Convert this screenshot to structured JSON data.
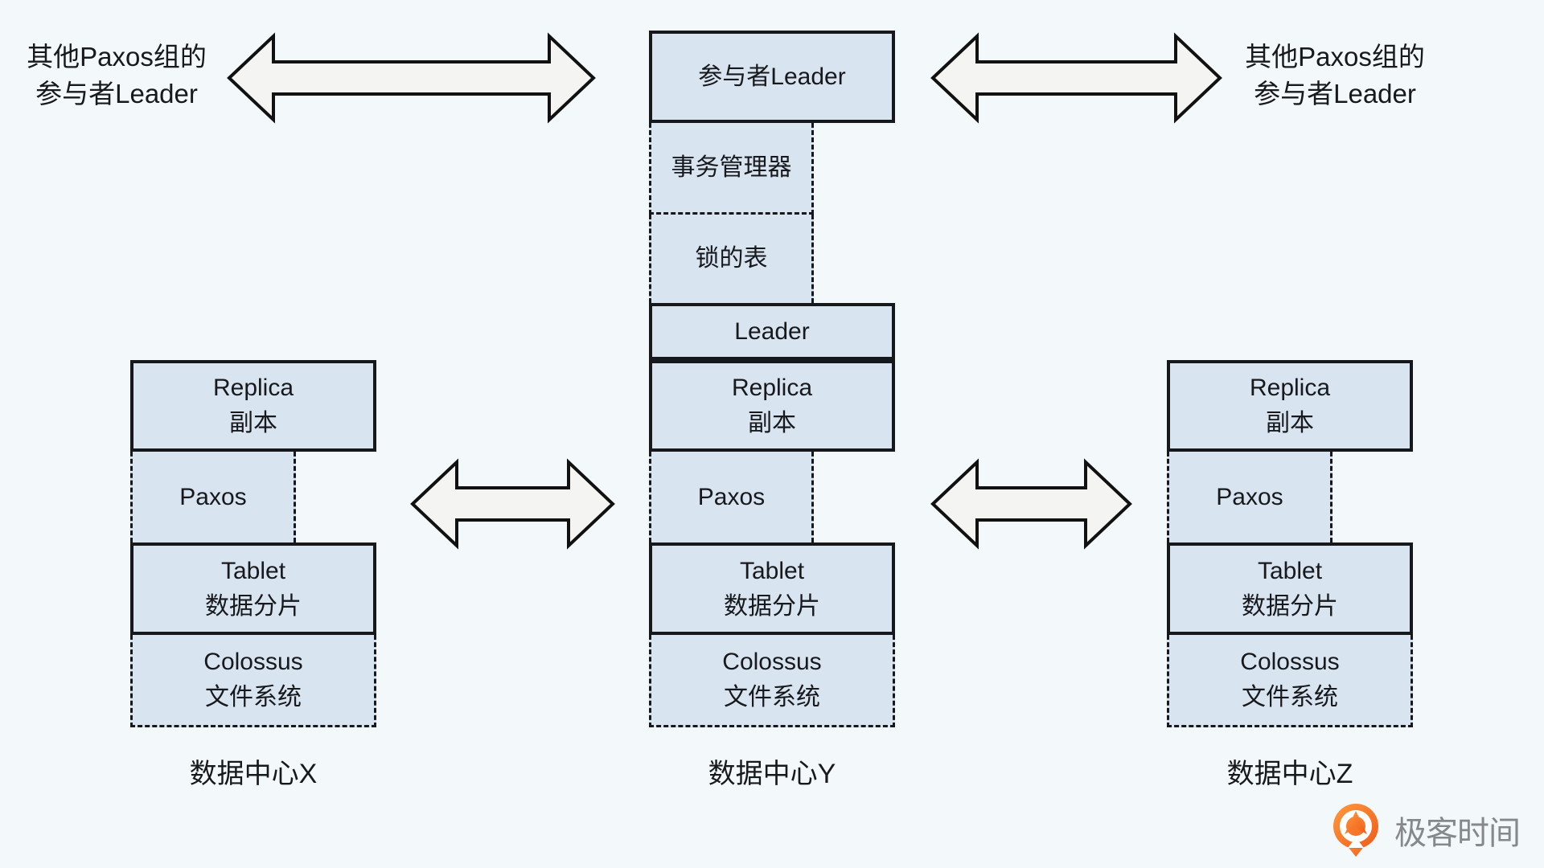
{
  "corner_labels": {
    "top_left": {
      "line1": "其他Paxos组的",
      "line2": "参与者Leader"
    },
    "top_right": {
      "line1": "其他Paxos组的",
      "line2": "参与者Leader"
    }
  },
  "center_column": {
    "participant_leader": "参与者Leader",
    "transaction_manager": "事务管理器",
    "lock_table": "锁的表",
    "leader": "Leader",
    "replica": {
      "en": "Replica",
      "zh": "副本"
    },
    "paxos": "Paxos",
    "tablet": {
      "en": "Tablet",
      "zh": "数据分片"
    },
    "colossus": {
      "en": "Colossus",
      "zh": "文件系统"
    },
    "label": "数据中心Y"
  },
  "left_column": {
    "replica": {
      "en": "Replica",
      "zh": "副本"
    },
    "paxos": "Paxos",
    "tablet": {
      "en": "Tablet",
      "zh": "数据分片"
    },
    "colossus": {
      "en": "Colossus",
      "zh": "文件系统"
    },
    "label": "数据中心X"
  },
  "right_column": {
    "replica": {
      "en": "Replica",
      "zh": "副本"
    },
    "paxos": "Paxos",
    "tablet": {
      "en": "Tablet",
      "zh": "数据分片"
    },
    "colossus": {
      "en": "Colossus",
      "zh": "文件系统"
    },
    "label": "数据中心Z"
  },
  "watermark": {
    "brand": "极客时间"
  },
  "icons": {
    "double_arrow": "double-headed horizontal arrow",
    "geektime_logo": "orange pin with Q-arrow"
  },
  "colors": {
    "background": "#f3f8fb",
    "box_fill": "#d8e4f0",
    "box_border": "#16181b",
    "arrow_fill": "#f4f4f2",
    "arrow_outline": "#111111",
    "brand_orange": "#f7711f",
    "brand_text": "#85898c",
    "text": "#17191c"
  }
}
